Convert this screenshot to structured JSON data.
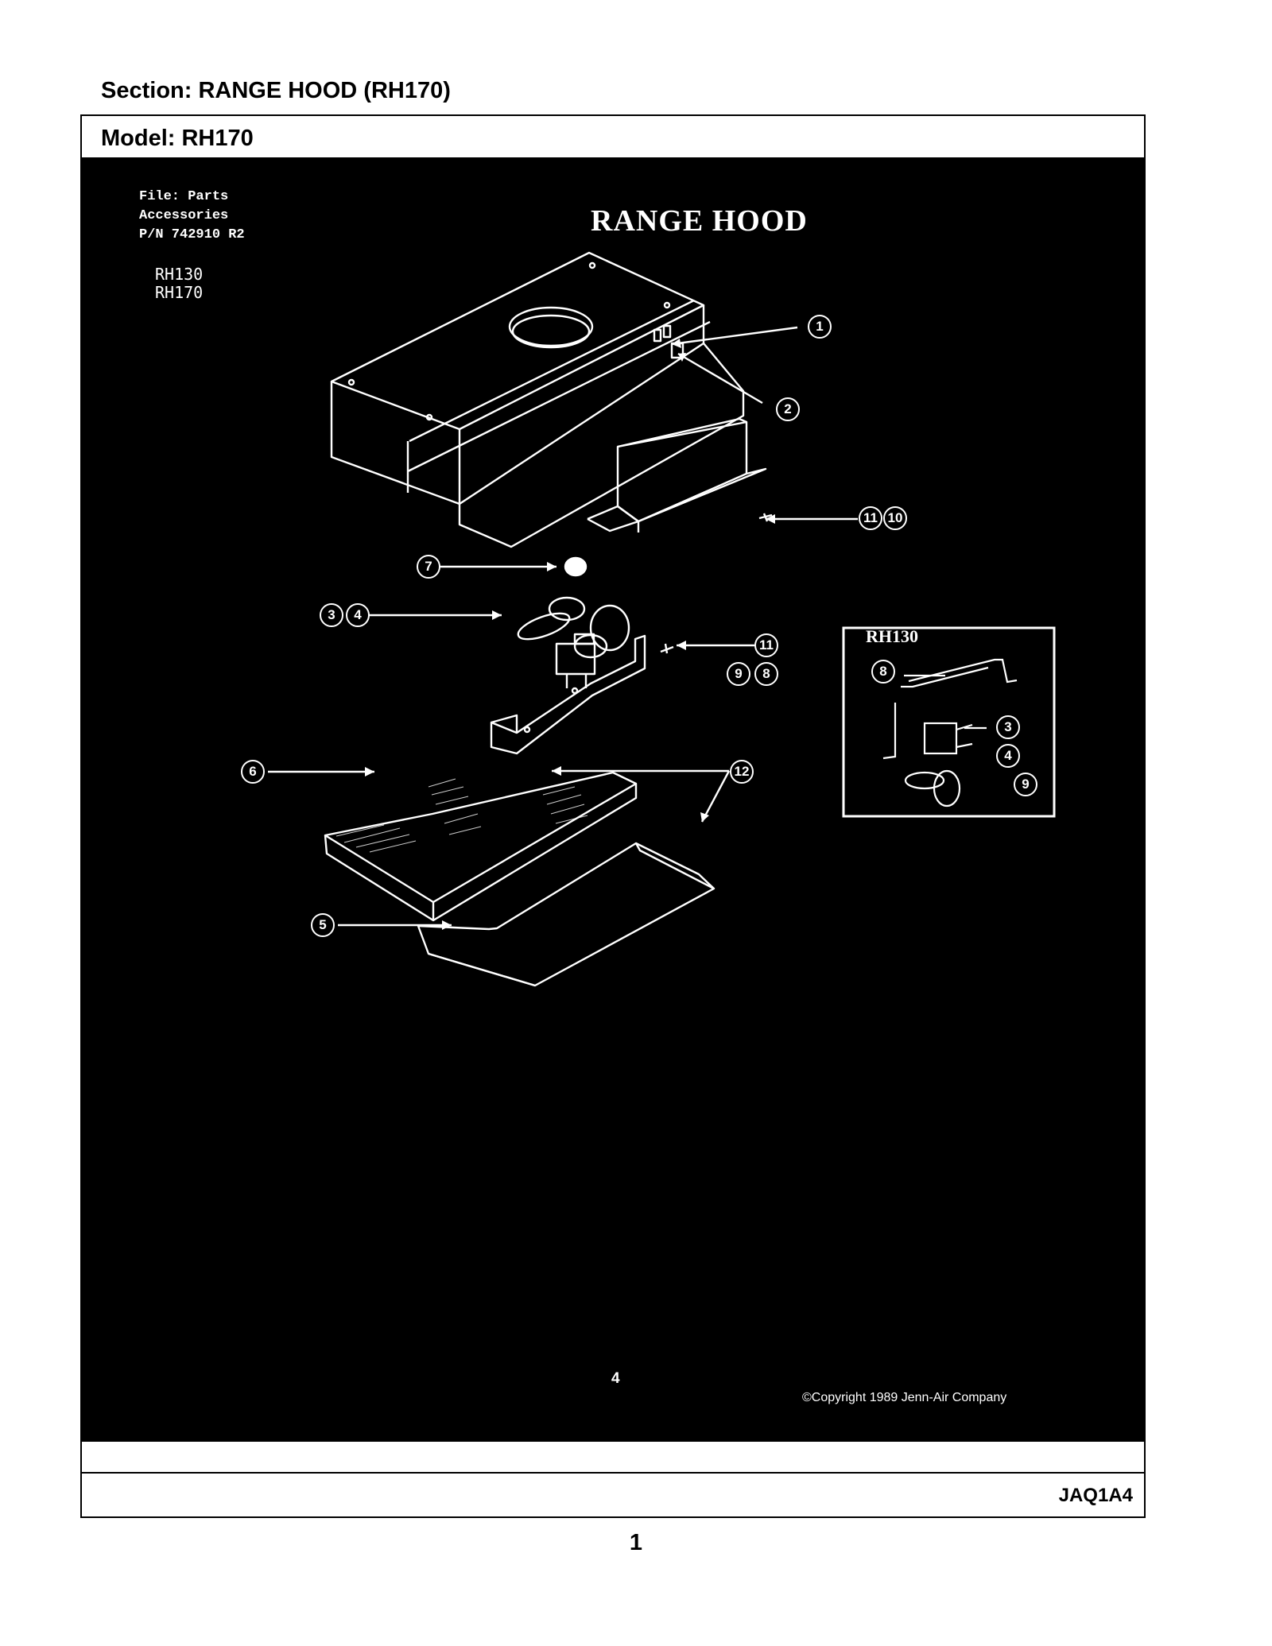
{
  "header": {
    "section": "Section:  RANGE HOOD (RH170)",
    "model": "Model:  RH170"
  },
  "diagram": {
    "title": "RANGE HOOD",
    "file_info": [
      "File: Parts",
      "Accessories",
      "P/N 742910 R2"
    ],
    "models": [
      "RH130",
      "RH170"
    ],
    "inset_title": "RH130",
    "callouts": [
      "1",
      "2",
      "7",
      "11",
      "10",
      "3",
      "4",
      "11",
      "9",
      "8",
      "6",
      "12",
      "5",
      "8",
      "3",
      "4",
      "9"
    ],
    "scan_page": "4",
    "copyright": "©Copyright 1989 Jenn-Air Company"
  },
  "footer": {
    "code": "JAQ1A4",
    "page": "1"
  },
  "colors": {
    "background": "#000000",
    "line_art": "#ffffff",
    "page": "#ffffff"
  }
}
